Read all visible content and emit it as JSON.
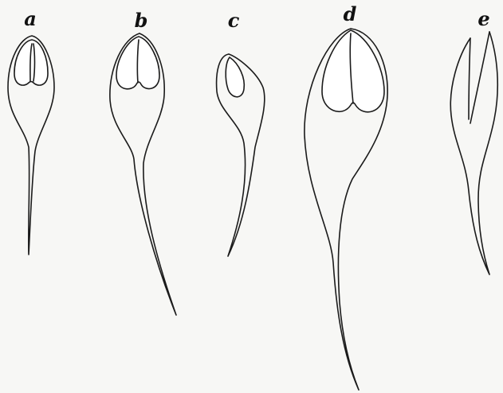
{
  "figures": [
    {
      "label": "a"
    },
    {
      "label": "b"
    },
    {
      "label": "c"
    },
    {
      "label": "d"
    },
    {
      "label": "e"
    }
  ]
}
